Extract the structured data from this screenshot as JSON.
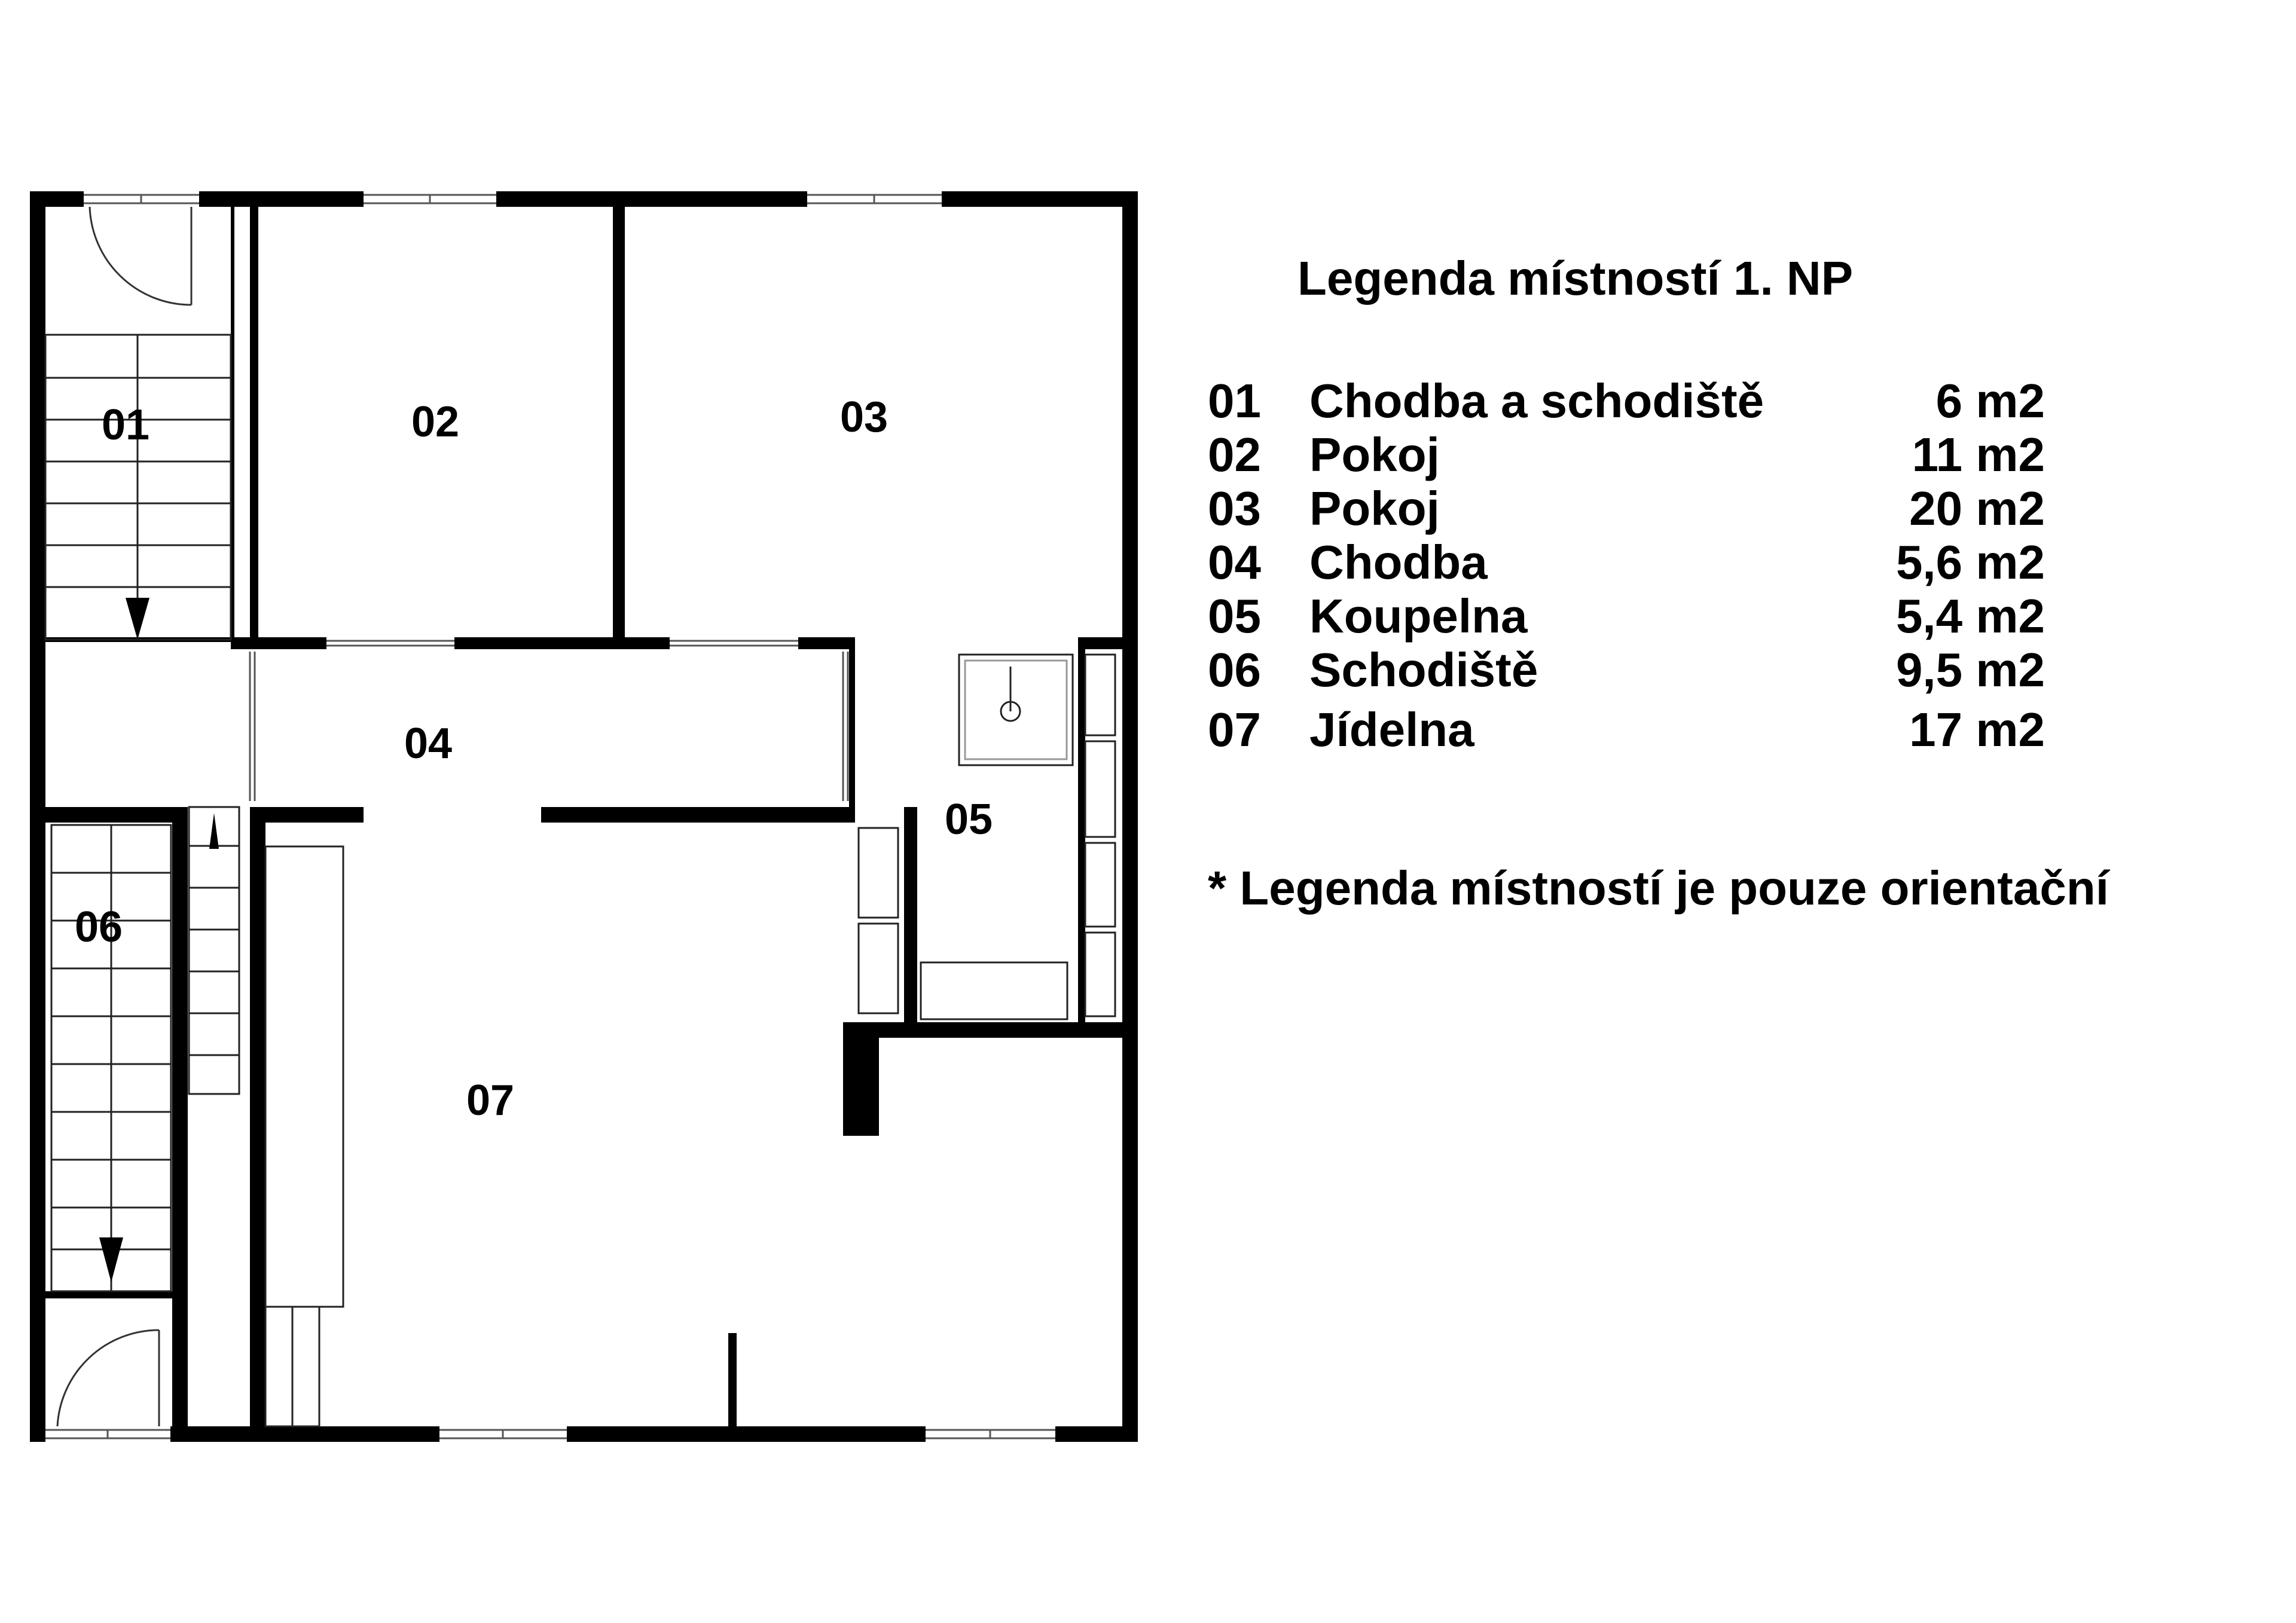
{
  "rooms": [
    {
      "id": "01",
      "number": "01"
    },
    {
      "id": "02",
      "number": "02"
    },
    {
      "id": "03",
      "number": "03"
    },
    {
      "id": "04",
      "number": "04"
    },
    {
      "id": "05",
      "number": "05"
    },
    {
      "id": "06",
      "number": "06"
    },
    {
      "id": "07",
      "number": "07"
    }
  ],
  "legend": {
    "title": "Legenda místností 1. NP",
    "items": [
      {
        "number": "01",
        "name": "Chodba a schodiště",
        "area": "6 m2"
      },
      {
        "number": "02",
        "name": "Pokoj",
        "area": "11 m2"
      },
      {
        "number": "03",
        "name": "Pokoj",
        "area": "20 m2"
      },
      {
        "number": "04",
        "name": "Chodba",
        "area": "5,6 m2"
      },
      {
        "number": "05",
        "name": "Koupelna",
        "area": "5,4 m2"
      },
      {
        "number": "06",
        "name": "Schodiště",
        "area": "9,5 m2"
      },
      {
        "number": "07",
        "name": "Jídelna",
        "area": "17 m2"
      }
    ],
    "note": "* Legenda místností je pouze orientační"
  },
  "colors": {
    "wall": "#000000",
    "background": "#ffffff",
    "fixture": "#999999"
  }
}
